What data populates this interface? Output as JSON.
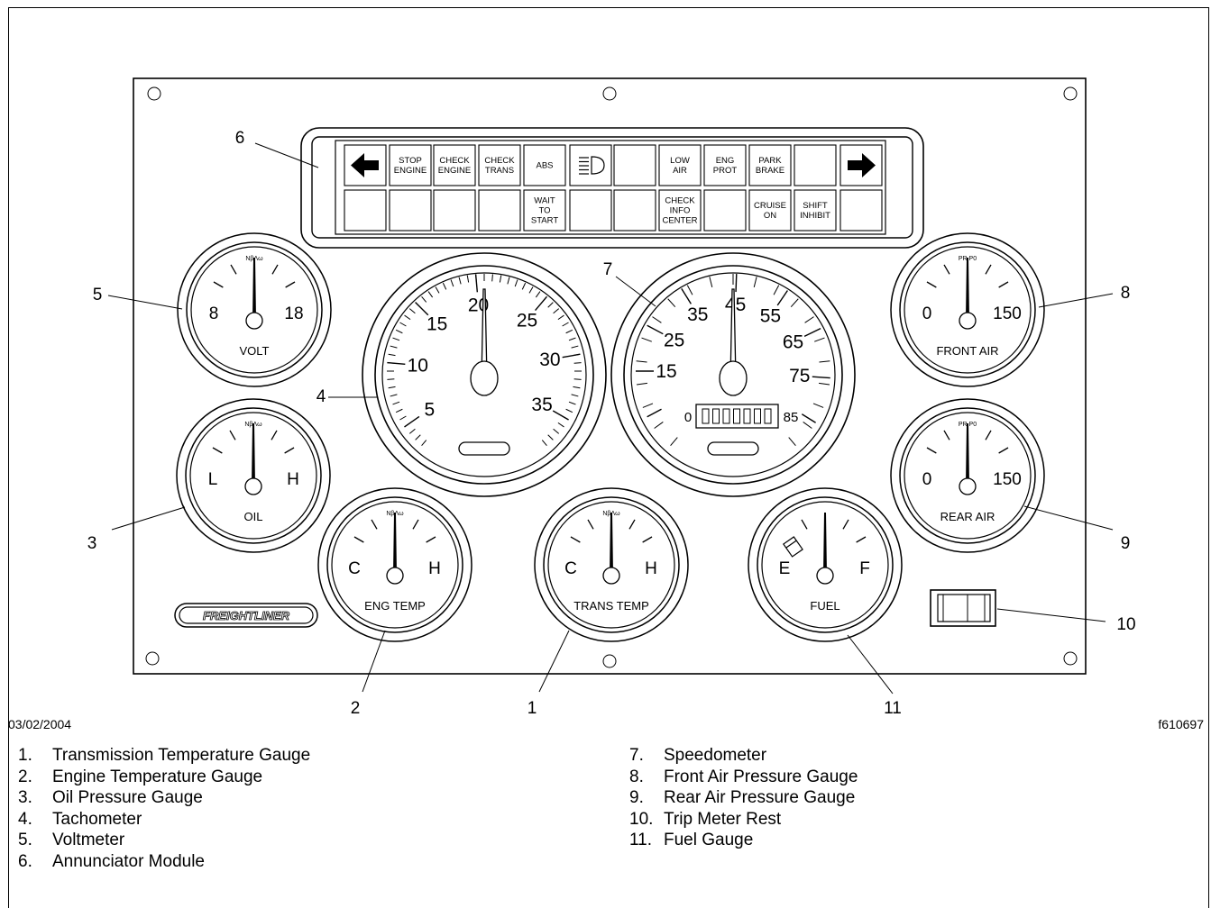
{
  "annunciator": {
    "row1": [
      "",
      "STOP\nENGINE",
      "CHECK\nENGINE",
      "CHECK\nTRANS",
      "ABS",
      "",
      "",
      "LOW\nAIR",
      "ENG\nPROT",
      "PARK\nBRAKE",
      "",
      ""
    ],
    "row2": [
      "",
      "",
      "",
      "",
      "WAIT\nTO\nSTART",
      "",
      "",
      "CHECK\nINFO\nCENTER",
      "",
      "CRUISE\nON",
      "SHIFT\nINHIBIT",
      ""
    ],
    "icons": {
      "r1c0": "left-arrow-icon",
      "r1c5": "headlight-icon",
      "r1c11": "right-arrow-icon"
    }
  },
  "gauges": {
    "volt": {
      "label": "VOLT",
      "min": "8",
      "max": "18"
    },
    "oil": {
      "label": "OIL",
      "min": "L",
      "max": "H"
    },
    "eng_temp": {
      "label": "ENG TEMP",
      "min": "C",
      "max": "H"
    },
    "trans_temp": {
      "label": "TRANS TEMP",
      "min": "C",
      "max": "H"
    },
    "fuel": {
      "label": "FUEL",
      "min": "E",
      "max": "F"
    },
    "front_air": {
      "label": "FRONT AIR",
      "min": "0",
      "max": "150"
    },
    "rear_air": {
      "label": "REAR AIR",
      "min": "0",
      "max": "150"
    },
    "tach": {
      "scale": [
        "5",
        "10",
        "15",
        "20",
        "25",
        "30",
        "35"
      ]
    },
    "speedo": {
      "scale": [
        "15",
        "25",
        "35",
        "45",
        "55",
        "65",
        "75"
      ],
      "low": "0",
      "high": "85"
    }
  },
  "brand": "FREIGHTLINER",
  "callouts": [
    "1",
    "2",
    "3",
    "4",
    "5",
    "6",
    "7",
    "8",
    "9",
    "10",
    "11"
  ],
  "date": "03/02/2004",
  "figure_id": "f610697",
  "legend_left": [
    {
      "num": "1.",
      "text": "Transmission Temperature Gauge"
    },
    {
      "num": "2.",
      "text": "Engine Temperature Gauge"
    },
    {
      "num": "3.",
      "text": "Oil Pressure Gauge"
    },
    {
      "num": "4.",
      "text": "Tachometer"
    },
    {
      "num": "5.",
      "text": "Voltmeter"
    },
    {
      "num": "6.",
      "text": "Annunciator Module"
    }
  ],
  "legend_right": [
    {
      "num": "7.",
      "text": "Speedometer"
    },
    {
      "num": "8.",
      "text": "Front Air Pressure Gauge"
    },
    {
      "num": "9.",
      "text": "Rear Air Pressure Gauge"
    },
    {
      "num": "10.",
      "text": "Trip Meter Rest"
    },
    {
      "num": "11.",
      "text": "Fuel Gauge"
    }
  ]
}
